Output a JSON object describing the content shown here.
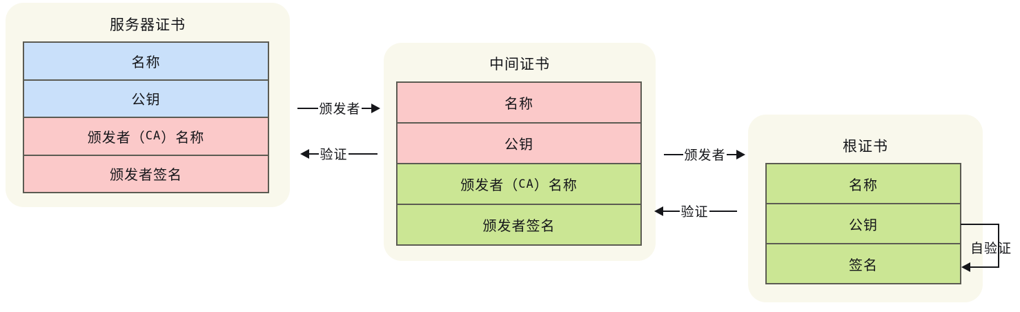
{
  "diagram": {
    "title_semantic": "certificate-chain-of-trust",
    "colors": {
      "card_background": "#f9f8ec",
      "blue_field": "#c9e0fa",
      "pink_field": "#fbc9c9",
      "green_field": "#cbe694",
      "border": "#5b5b52",
      "line": "#15161a",
      "page_background": "#ffffff"
    }
  },
  "server_cert": {
    "title": "服务器证书",
    "rows": [
      {
        "label": "名称",
        "fill": "blue"
      },
      {
        "label": "公钥",
        "fill": "blue"
      },
      {
        "label_pre": "颁发者（",
        "label_mono": "CA",
        "label_post": "）名称",
        "fill": "pink"
      },
      {
        "label": "颁发者签名",
        "fill": "pink"
      }
    ]
  },
  "intermediate_cert": {
    "title": "中间证书",
    "rows": [
      {
        "label": "名称",
        "fill": "pink"
      },
      {
        "label": "公钥",
        "fill": "pink"
      },
      {
        "label_pre": "颁发者（",
        "label_mono": "CA",
        "label_post": "）名称",
        "fill": "green"
      },
      {
        "label": "颁发者签名",
        "fill": "green"
      }
    ]
  },
  "root_cert": {
    "title": "根证书",
    "rows": [
      {
        "label": "名称",
        "fill": "green"
      },
      {
        "label": "公钥",
        "fill": "green"
      },
      {
        "label": "签名",
        "fill": "green"
      }
    ]
  },
  "connectors": {
    "server_to_intermediate_issuer": {
      "label": "颁发者",
      "direction": "right"
    },
    "intermediate_to_server_verify": {
      "label": "验证",
      "direction": "left"
    },
    "intermediate_to_root_issuer": {
      "label": "颁发者",
      "direction": "right"
    },
    "root_to_intermediate_verify": {
      "label": "验证",
      "direction": "left"
    },
    "root_self_verify": {
      "label": "自验证",
      "direction": "loop-left"
    }
  }
}
